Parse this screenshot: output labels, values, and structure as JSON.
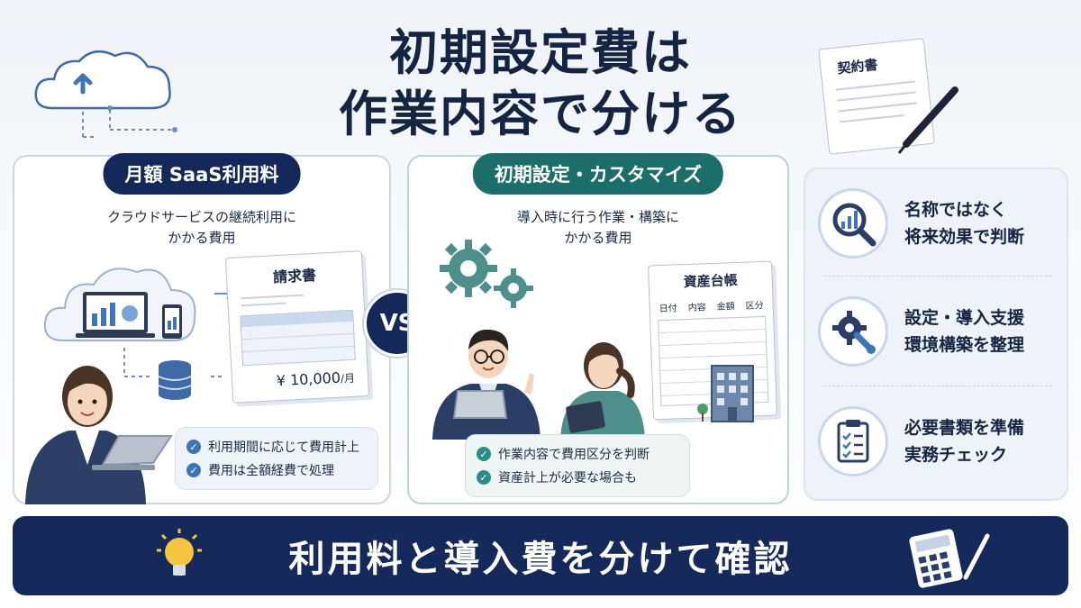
{
  "title": {
    "line1": "初期設定費は",
    "line2": "作業内容で分ける"
  },
  "contract_doc": {
    "label": "契約書"
  },
  "left_panel": {
    "pill": "月額 SaaS利用料",
    "desc_line1": "クラウドサービスの継続利用に",
    "desc_line2": "かかる費用",
    "invoice": {
      "label": "請求書",
      "amount": "¥ 10,000",
      "unit": "/月"
    },
    "checks": [
      "利用期間に応じて費用計上",
      "費用は全額経費で処理"
    ]
  },
  "vs_label": "VS",
  "mid_panel": {
    "pill": "初期設定・カスタマイズ",
    "desc_line1": "導入時に行う作業・構築に",
    "desc_line2": "かかる費用",
    "ledger": {
      "label": "資産台帳",
      "columns": [
        "日付",
        "内容",
        "金額",
        "区分"
      ]
    },
    "checks": [
      "作業内容で費用区分を判断",
      "資産計上が必要な場合も"
    ]
  },
  "right_panel": {
    "items": [
      {
        "line1": "名称ではなく",
        "line2": "将来効果で判断",
        "icon": "magnifier-chart-icon"
      },
      {
        "line1": "設定・導入支援",
        "line2": "環境構築を整理",
        "icon": "gear-wrench-icon"
      },
      {
        "line1": "必要書類を準備",
        "line2": "実務チェック",
        "icon": "clipboard-checklist-icon"
      }
    ]
  },
  "banner": {
    "text": "利用料と導入費を分けて確認"
  },
  "colors": {
    "navy": "#15285a",
    "teal": "#1c6e6a",
    "accent_blue": "#3f74b8"
  }
}
